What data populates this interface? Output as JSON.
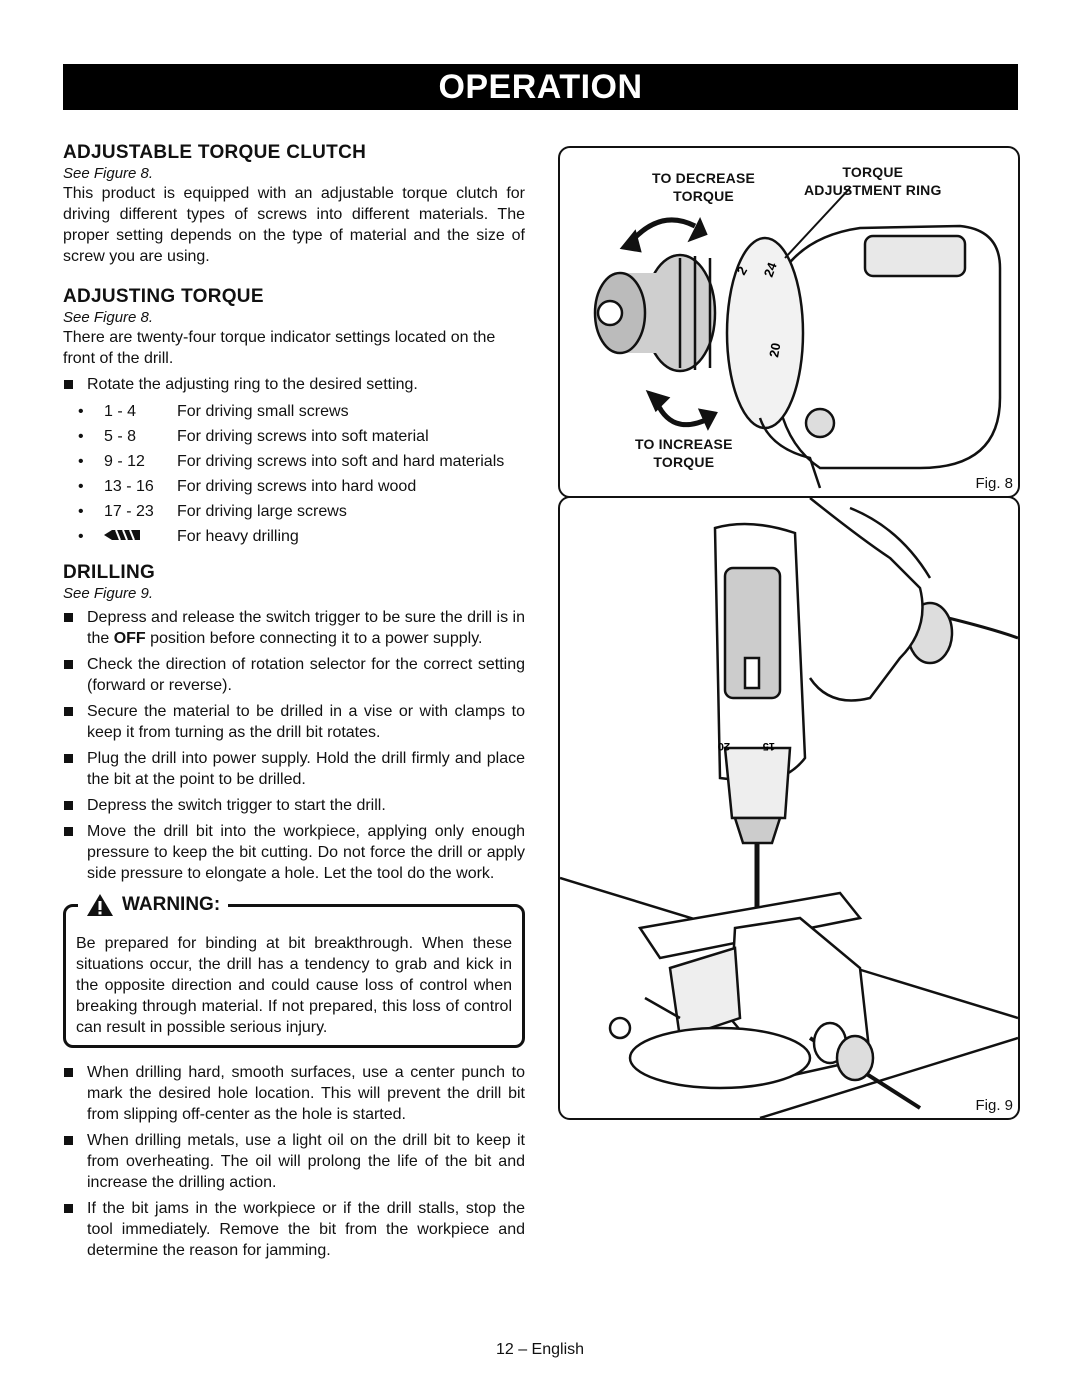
{
  "banner": "OPERATION",
  "clutch": {
    "heading": "ADJUSTABLE TORQUE CLUTCH",
    "see": "See Figure 8.",
    "body": "This product is equipped with an adjustable torque clutch for driving different types of screws into different materials. The proper setting depends on the type of material and the size of screw you are using."
  },
  "adjusting": {
    "heading": "ADJUSTING TORQUE",
    "see": "See Figure 8.",
    "body": "There are twenty-four torque indicator settings located on the front of the drill.",
    "bullet": "Rotate the adjusting ring to the desired setting.",
    "settings": [
      {
        "range": "1 - 4",
        "use": "For driving small screws"
      },
      {
        "range": "5 - 8",
        "use": "For driving screws into soft material"
      },
      {
        "range": "9 - 12",
        "use": "For driving screws into soft and hard materials"
      },
      {
        "range": "13 - 16",
        "use": "For driving screws into hard wood"
      },
      {
        "range": "17 - 23",
        "use": "For driving large screws"
      },
      {
        "range": "",
        "use": "For heavy drilling"
      }
    ]
  },
  "drilling": {
    "heading": "DRILLING",
    "see": "See Figure 9.",
    "b1_pre": "Depress and release the switch trigger to be sure the drill is in the ",
    "b1_bold": "OFF",
    "b1_post": " position before connecting it to a power supply.",
    "bullets": [
      "Check the direction of rotation selector for the correct setting (forward or reverse).",
      "Secure the material to be drilled in a vise or with clamps to keep it from turning as the drill bit rotates.",
      "Plug the drill into power supply. Hold the drill firmly and place the bit at the point to be drilled.",
      "Depress the switch trigger to start the drill.",
      "Move the drill bit into the workpiece, applying only enough pressure to keep the bit cutting. Do not force the drill or apply side pressure to elongate a hole. Let the tool do the work."
    ],
    "bullets_after": [
      "When drilling hard, smooth surfaces, use a center punch to mark the desired hole location. This will prevent the drill bit from slipping off-center as the hole is started.",
      "When drilling metals, use a light oil on the drill bit to keep it from overheating. The oil will prolong the life of the bit and increase the drilling action.",
      "If the bit jams in the workpiece or if the drill stalls, stop the tool immediately. Remove the bit from the workpiece and determine the reason for jamming."
    ]
  },
  "warning": {
    "title": "WARNING:",
    "text": "Be prepared for binding at bit breakthrough. When these situations occur, the drill has a tendency to grab and kick in the opposite direction and could cause loss of control when breaking through material. If not prepared, this loss of control can result in possible serious injury."
  },
  "fig8": {
    "decrease": "TO DECREASE\nTORQUE",
    "ring": "TORQUE\nADJUSTMENT RING",
    "increase": "TO INCREASE\nTORQUE",
    "caption": "Fig. 8",
    "dial_numbers": [
      "2",
      "20",
      "24"
    ]
  },
  "fig9": {
    "caption": "Fig. 9",
    "dial_numbers": [
      "20",
      "15"
    ]
  },
  "footer": "12 – English"
}
